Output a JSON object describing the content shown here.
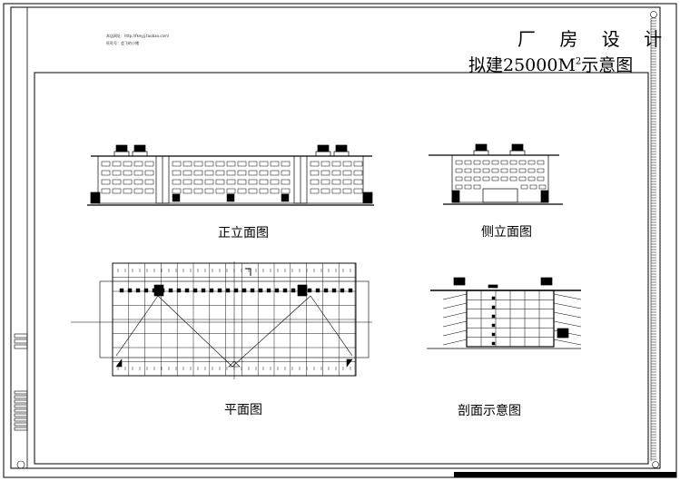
{
  "title": {
    "line1": "厂 房 设 计",
    "line2_prefix": "拟建25000M",
    "line2_sup": "2",
    "line2_suffix": "示意图"
  },
  "notes": {
    "line1": "本店网址：http://fkeyjj.taobao.com/",
    "line2": "旺旺号：会飞的小猪"
  },
  "views": {
    "front": "正立面图",
    "side": "侧立面图",
    "plan": "平面图",
    "section": "剖面示意图"
  },
  "colors": {
    "line": "#000000",
    "paper": "#ffffff"
  }
}
